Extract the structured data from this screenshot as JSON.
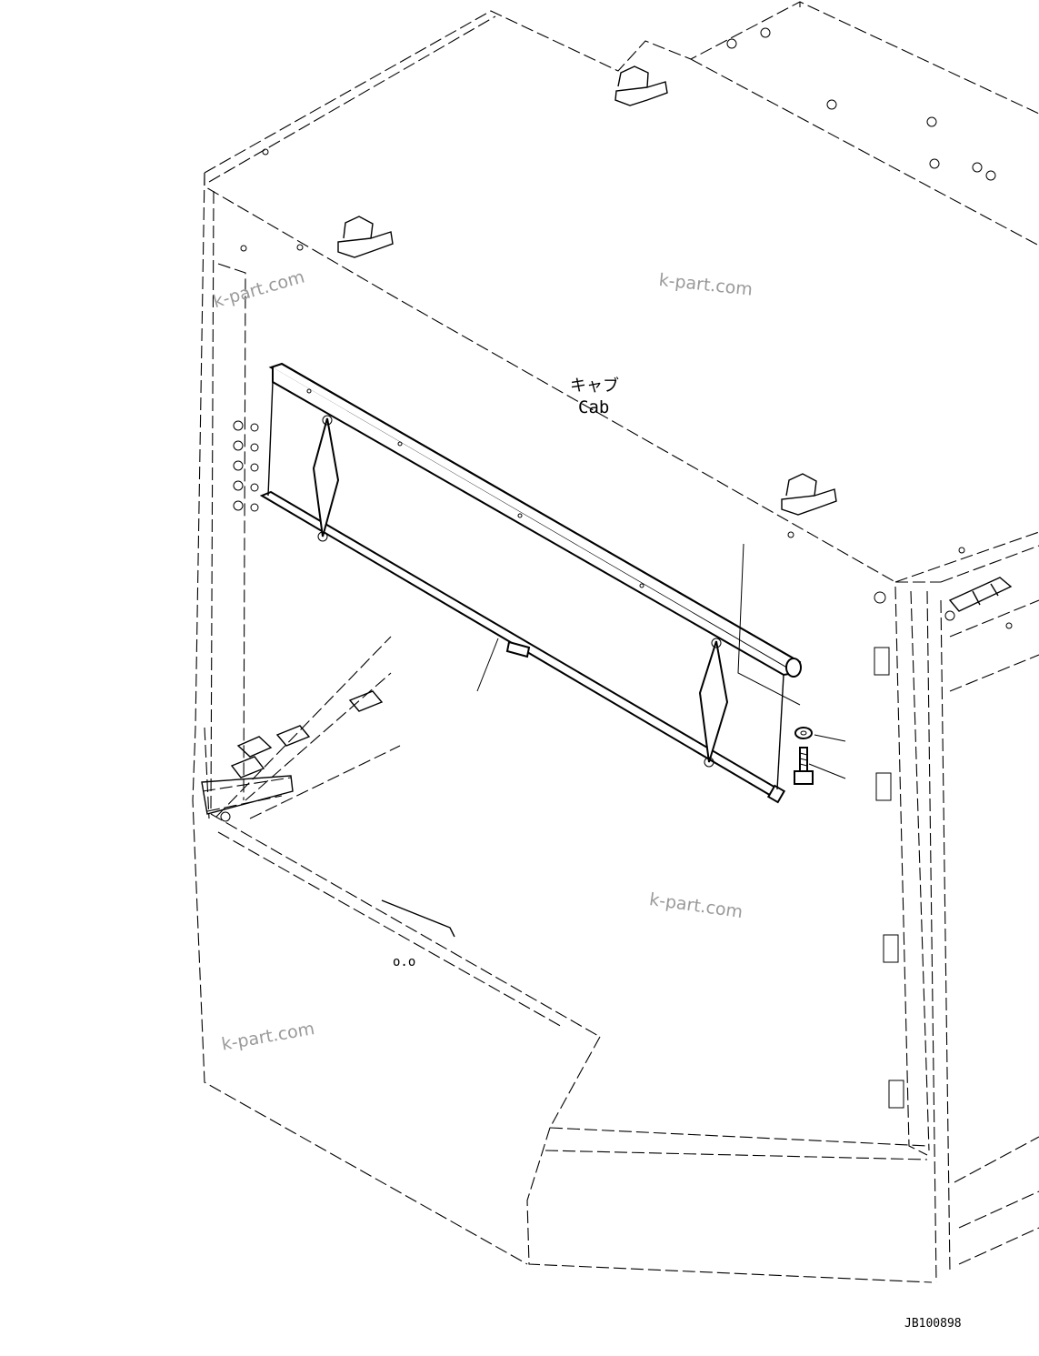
{
  "diagram": {
    "label_jp": "キャブ",
    "label_en": "Cab",
    "drawing_number": "JB100898",
    "watermark": "k-part.com"
  }
}
